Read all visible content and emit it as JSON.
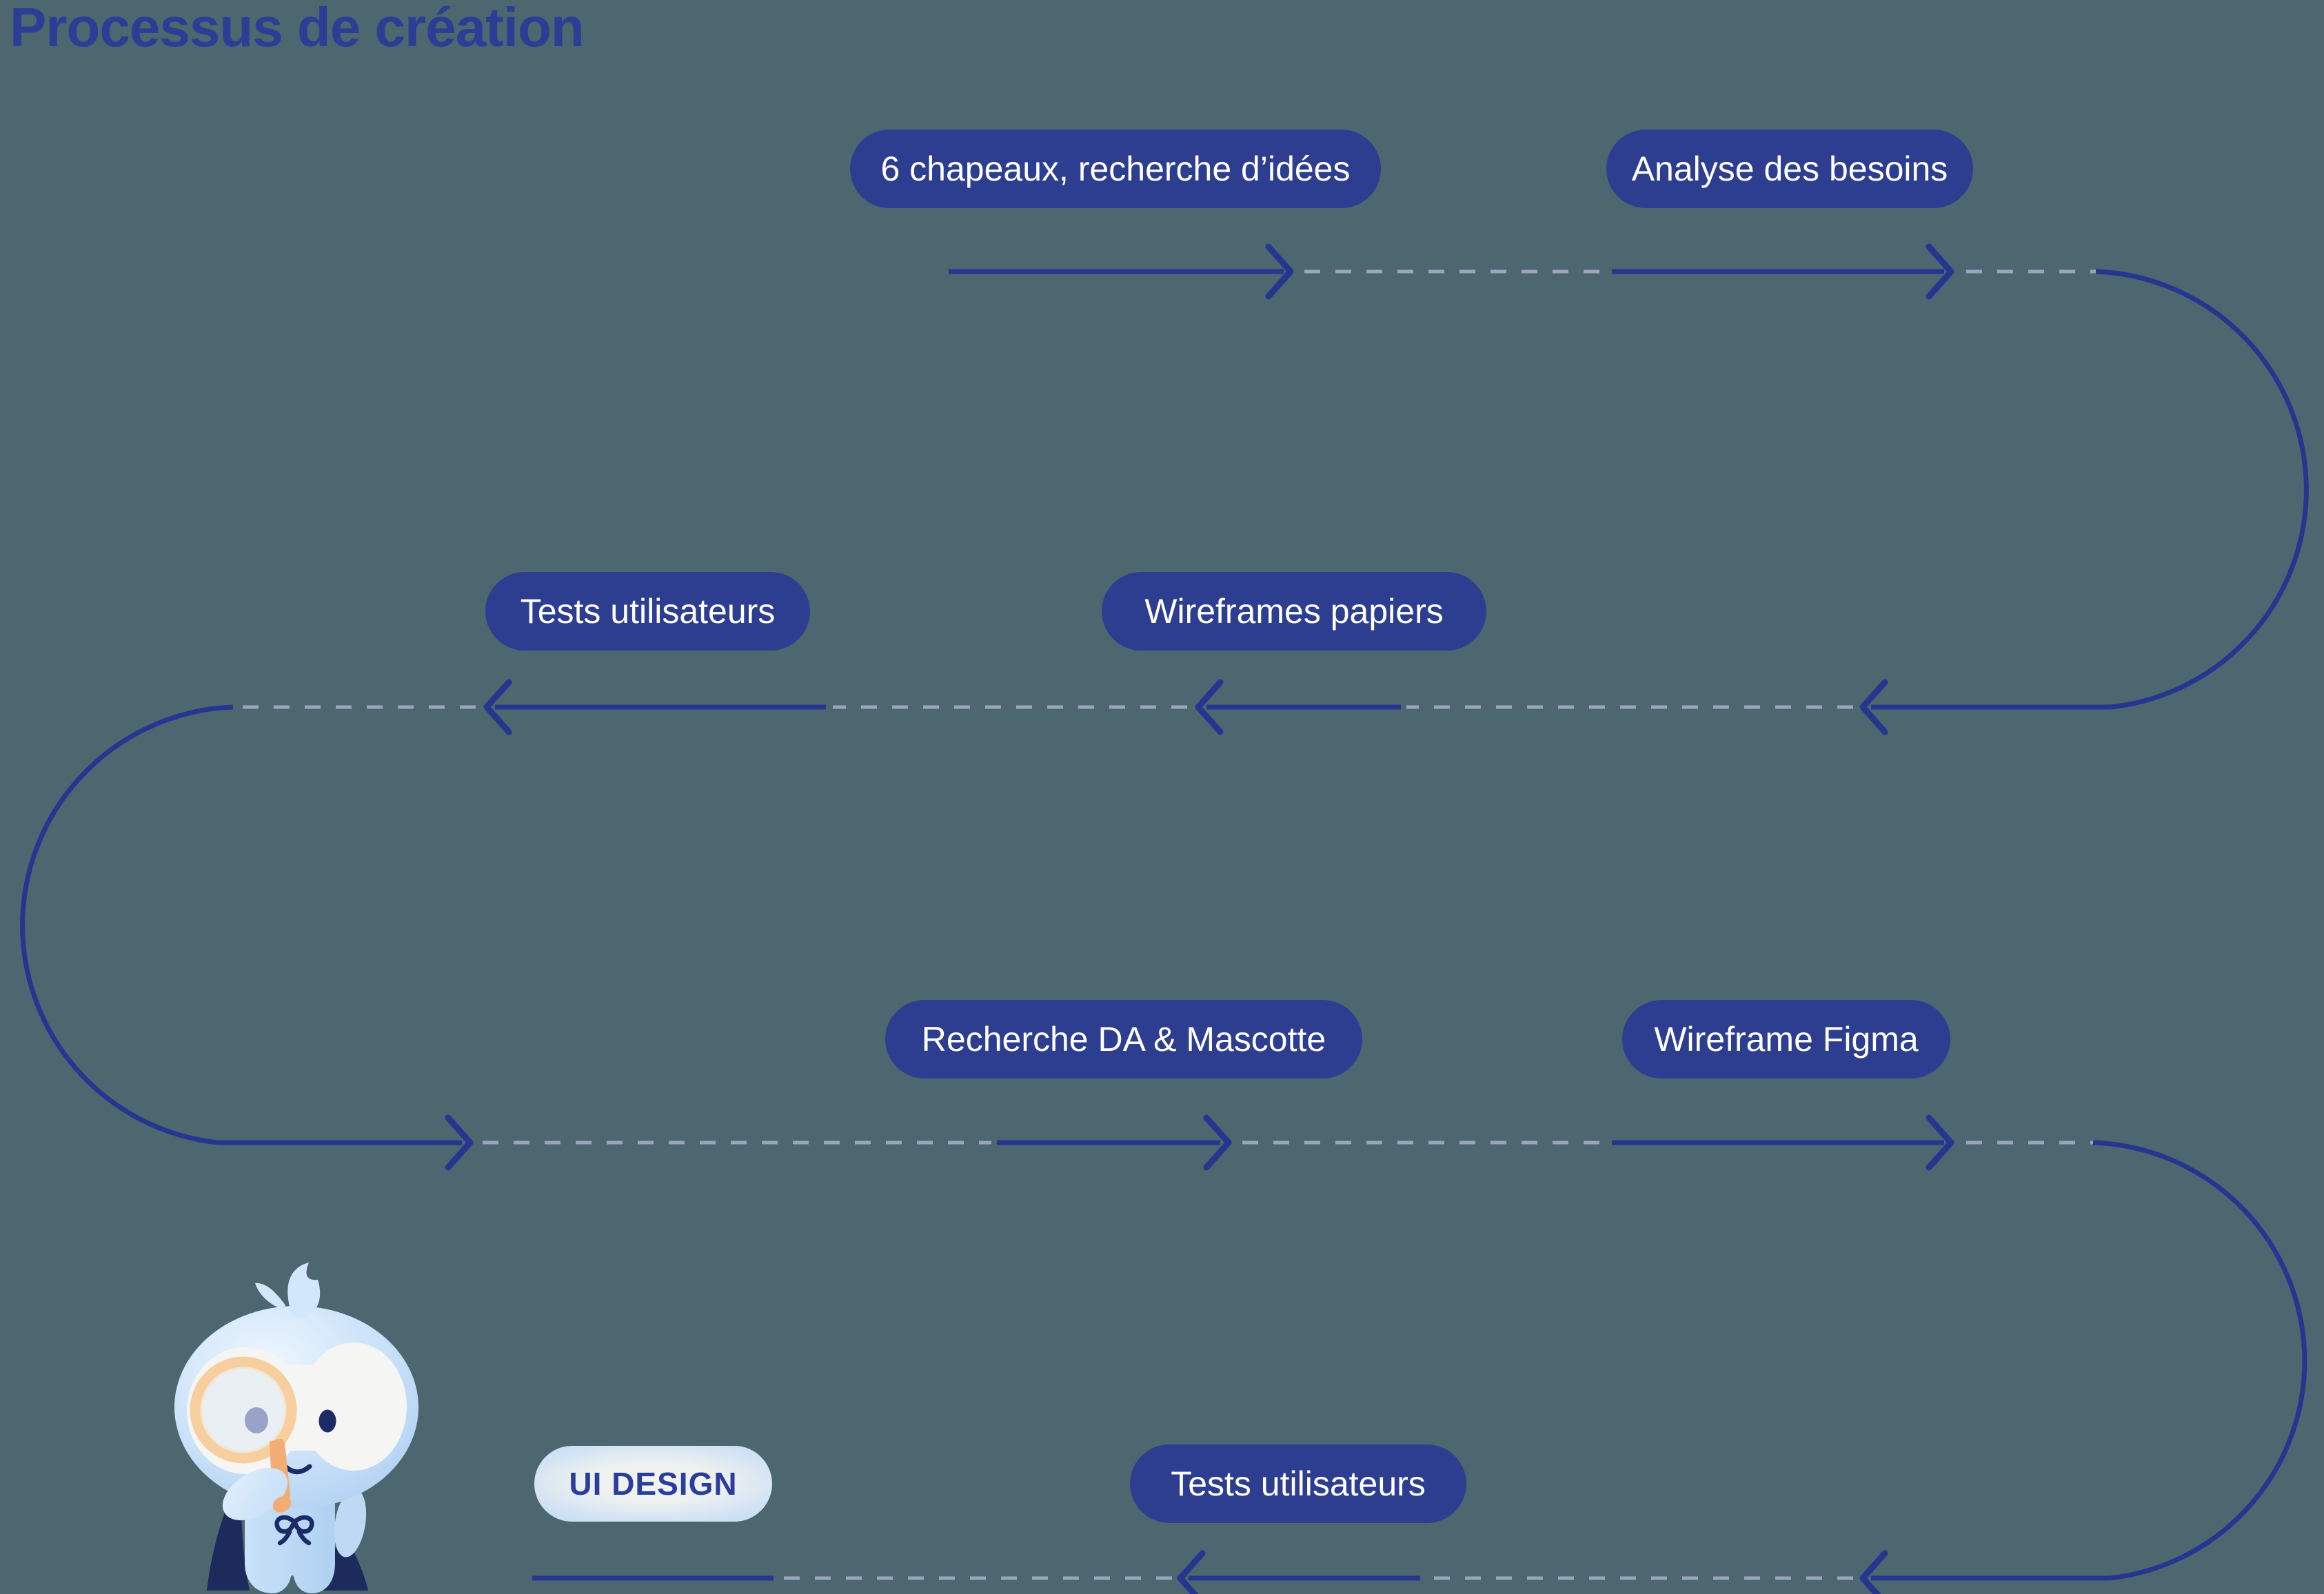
{
  "title": "Processus de création",
  "steps": [
    {
      "label": "6 chapeaux, recherche d’idées",
      "variant": "dark"
    },
    {
      "label": "Analyse des besoins",
      "variant": "dark"
    },
    {
      "label": "Tests utilisateurs",
      "variant": "dark"
    },
    {
      "label": "Wireframes papiers",
      "variant": "dark"
    },
    {
      "label": "Recherche DA & Mascotte",
      "variant": "dark"
    },
    {
      "label": "Wireframe Figma",
      "variant": "dark"
    },
    {
      "label": "UI DESIGN",
      "variant": "light"
    },
    {
      "label": "Tests utilisateurs",
      "variant": "dark"
    }
  ],
  "colors": {
    "background": "#4C6770",
    "title_text": "#2C3D96",
    "pill_dark_background": "#2D3E90",
    "pill_dark_text": "#FFFFFF",
    "pill_light_background": "#EDF1F0",
    "pill_light_edge": "#CBDFF5",
    "pill_light_text": "#2B3E9C",
    "flow_line_solid": "#26358F",
    "flow_line_dashed": "#9CA4C0"
  }
}
